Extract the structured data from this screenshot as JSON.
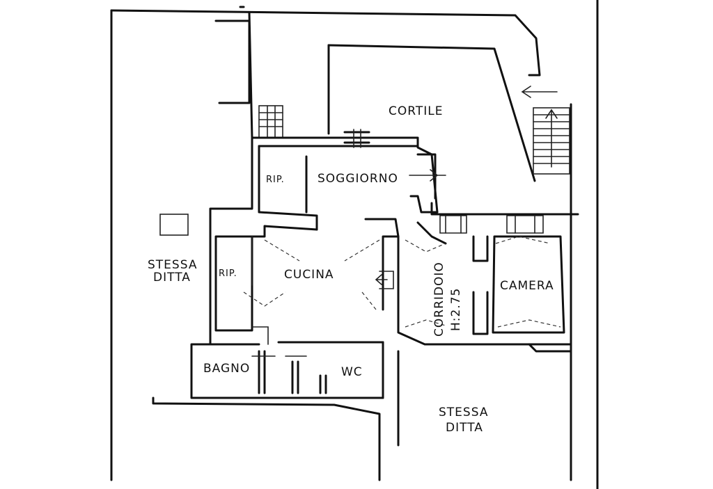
{
  "plan": {
    "labels": {
      "cortile": "CORTILE",
      "soggiorno": "SOGGIORNO",
      "rip_top": "RIP.",
      "rip_left": "RIP.",
      "cucina": "CUCINA",
      "stessa_ditta_left_1": "STESSA",
      "stessa_ditta_left_2": "DITTA",
      "stessa_ditta_bottom_1": "STESSA",
      "stessa_ditta_bottom_2": "DITTA",
      "corridoio": "CORRIDOIO",
      "height": "H:2.75",
      "camera": "CAMERA",
      "bagno": "BAGNO",
      "wc": "WC"
    }
  }
}
